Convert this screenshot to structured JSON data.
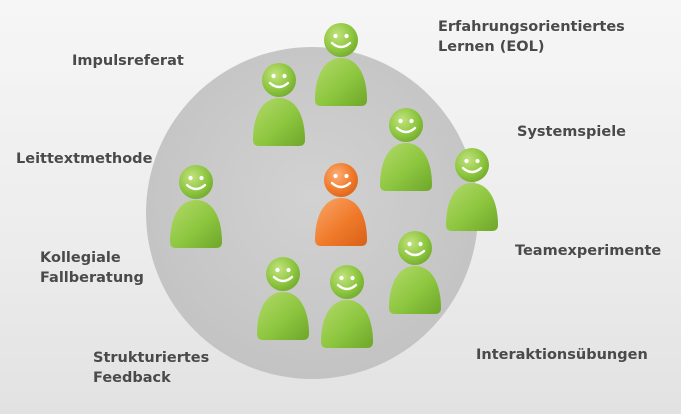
{
  "methods": {
    "impulsreferat": "Impulsreferat",
    "eol_line1": "Erfahrungsorientiertes",
    "eol_line2": "Lernen (EOL)",
    "systemspiele": "Systemspiele",
    "leittextmethode": "Leittextmethode",
    "teamexperimente": "Teamexperimente",
    "kollegiale_line1": "Kollegiale",
    "kollegiale_line2": "Fallberatung",
    "strukturiertes_line1": "Strukturiertes",
    "strukturiertes_line2": "Feedback",
    "interaktion": "Interaktionsübungen"
  },
  "colors": {
    "participant": "#8dc63f",
    "facilitator": "#f07a2a",
    "circle": "#c8c8c8",
    "text": "#4a4a4a"
  },
  "icons": {
    "participant": "smiley-person-icon",
    "facilitator": "smiley-person-icon"
  }
}
